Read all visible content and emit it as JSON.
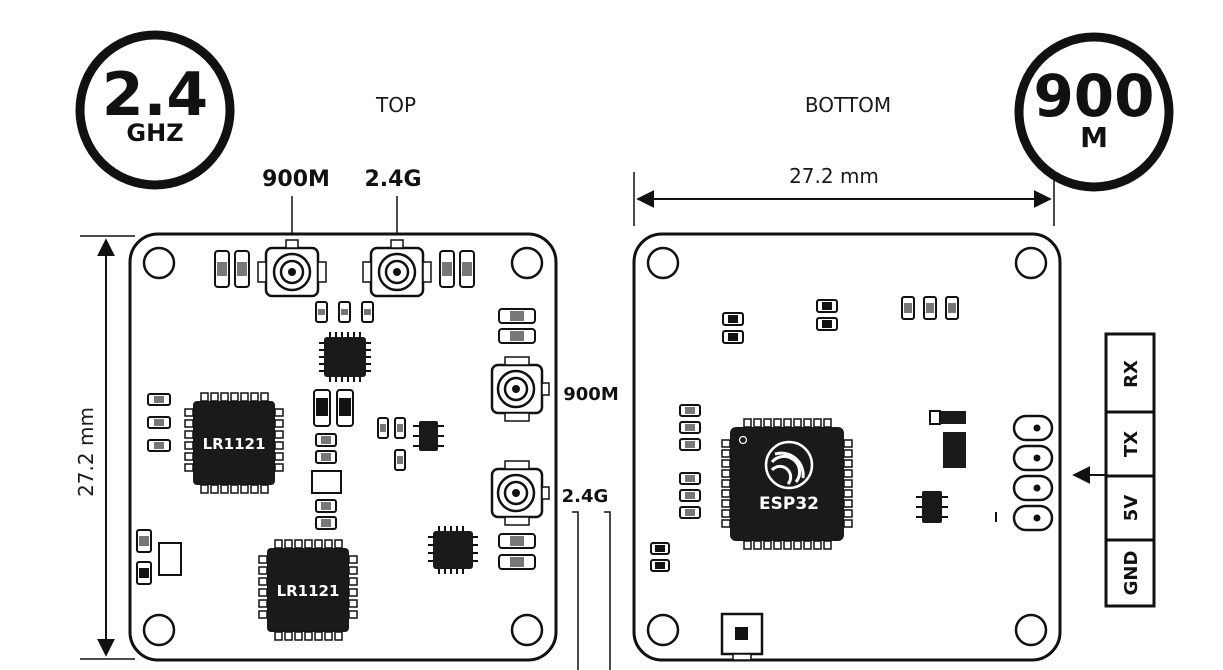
{
  "badges": {
    "left": {
      "big": "2.4",
      "small": "GHZ"
    },
    "right": {
      "big": "900",
      "small": "M"
    }
  },
  "views": {
    "top": "TOP",
    "bottom": "BOTTOM"
  },
  "dimensions": {
    "width": "27.2 mm",
    "height": "27.2 mm"
  },
  "antenna_labels": {
    "a": "900M",
    "b": "2.4G"
  },
  "side_ports": {
    "a": "900M",
    "b": "2.4G"
  },
  "chips": {
    "lr1": "LR1121",
    "lr2": "LR1121",
    "mcu": "ESP32"
  },
  "pins": [
    "RX",
    "TX",
    "5V",
    "GND"
  ],
  "colors": {
    "ink": "#111111",
    "chip": "#1a1a1a",
    "board_fill": "#ffffff"
  }
}
